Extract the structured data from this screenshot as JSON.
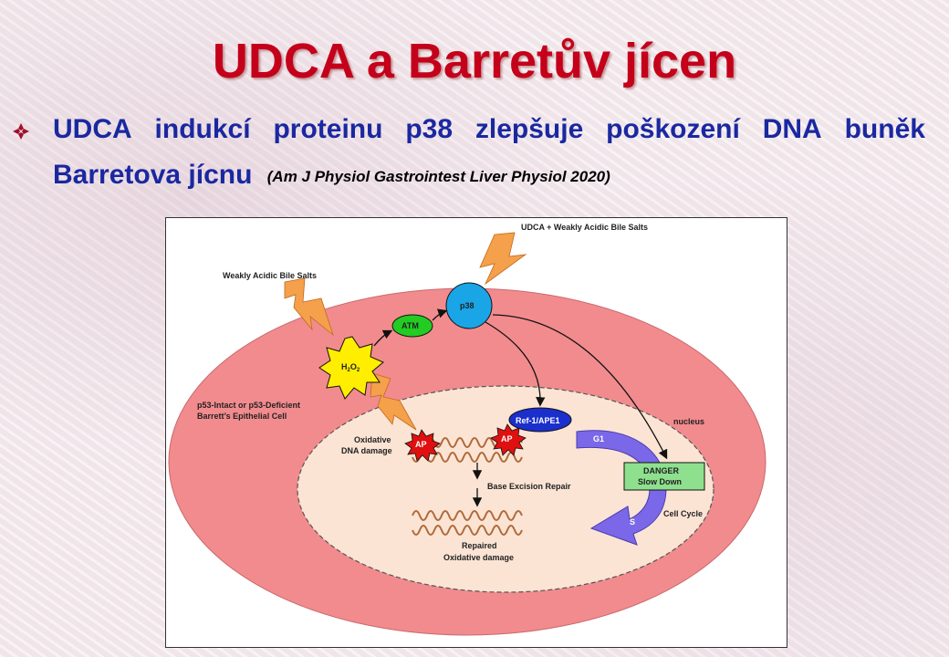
{
  "slide": {
    "title": "UDCA a Barretův jícen",
    "bullet": {
      "words_line1": [
        "UDCA",
        "indukcí",
        "proteinu",
        "p38",
        "zlepšuje",
        "poškození",
        "DNA",
        "buněk"
      ],
      "line2": "Barretova jícnu",
      "citation": "(Am J Physiol Gastrointest Liver Physiol 2020)"
    }
  },
  "diagram": {
    "labels": {
      "udca_bile": "UDCA + Weakly Acidic Bile Salts",
      "weak_bile": "Weakly Acidic Bile Salts",
      "p38": "p38",
      "atm": "ATM",
      "h2o2_main": "H",
      "h2o2_sub1": "2",
      "h2o2_mid": "O",
      "h2o2_sub2": "2",
      "cell_line1": "p53-Intact  or p53-Deficient",
      "cell_line2": "Barrett’s Epithelial Cell",
      "ox_line1": "Oxidative",
      "ox_line2": "DNA damage",
      "ap1": "AP",
      "ap2": "AP",
      "ref1": "Ref-1/APE1",
      "nucleus": "nucleus",
      "g1": "G1",
      "danger_line1": "DANGER",
      "danger_line2": "Slow Down",
      "s_phase": "S",
      "cell_cycle": "Cell Cycle",
      "ber": "Base Excision Repair",
      "repaired_line1": "Repaired",
      "repaired_line2": "Oxidative  damage"
    },
    "colors": {
      "cell": "#f28b8e",
      "nucleus": "#fbe4d4",
      "p38": "#1aa5e6",
      "atm": "#22cc22",
      "h2o2": "#ffee00",
      "ap": "#e01010",
      "ref1": "#1a2fcc",
      "cell_cycle_arrow": "#7a68e8",
      "danger_box": "#8ee08e",
      "lightning": "#f5a04a"
    }
  }
}
